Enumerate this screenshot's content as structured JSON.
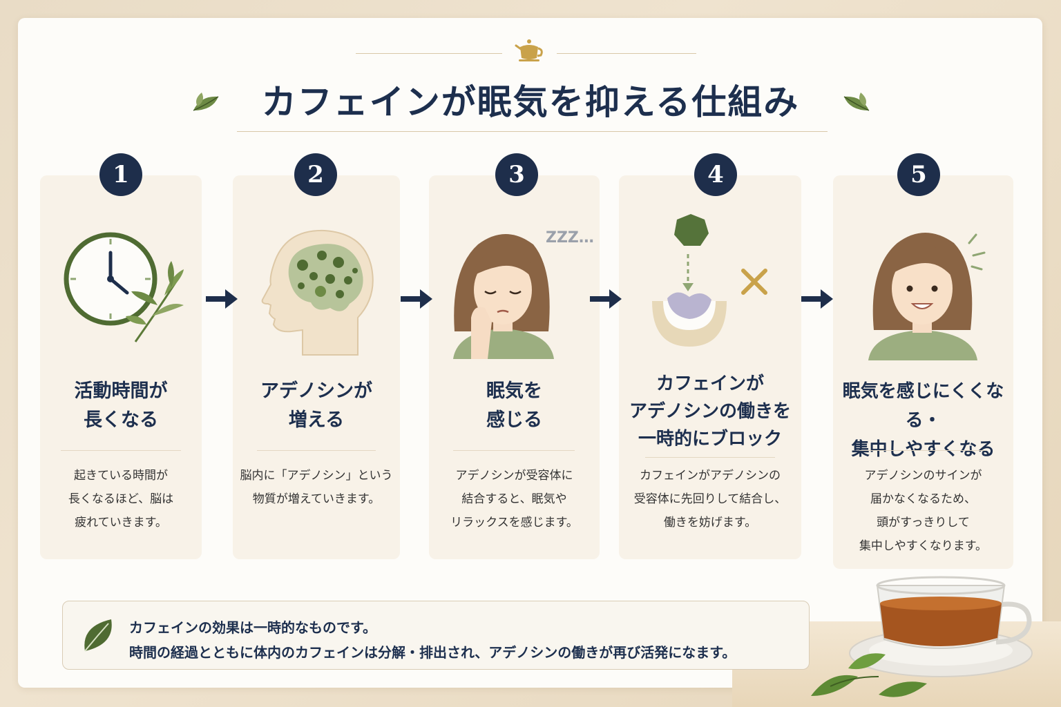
{
  "title": "カフェインが眠気を抑える仕組み",
  "steps": [
    {
      "number": "1",
      "title": "活動時間が\n長くなる",
      "description": "起きている時間が\n長くなるほど、脳は\n疲れていきます。"
    },
    {
      "number": "2",
      "title": "アデノシンが\n増える",
      "description": "脳内に「アデノシン」という\n物質が増えていきます。"
    },
    {
      "number": "3",
      "title": "眠気を\n感じる",
      "description": "アデノシンが受容体に\n結合すると、眠気や\nリラックスを感じます。",
      "zzz": "ZZZ…"
    },
    {
      "number": "4",
      "title": "カフェインが\nアデノシンの働きを\n一時的にブロック",
      "description": "カフェインがアデノシンの\n受容体に先回りして結合し、\n働きを妨げます。"
    },
    {
      "number": "5",
      "title": "眠気を感じにくくなる・\n集中しやすくなる",
      "description": "アデノシンのサインが\n届かなくなるため、\n頭がすっきりして\n集中しやすくなります。"
    }
  ],
  "note": {
    "line1": "カフェインの効果は一時的なものです。",
    "line2": "時間の経過とともに体内のカフェインは分解・排出され、アデノシンの働きが再び活発になます。"
  },
  "colors": {
    "navy": "#1e2e4b",
    "green": "#4f6b32",
    "sage": "#8fa673",
    "gold": "#c9a24a"
  }
}
